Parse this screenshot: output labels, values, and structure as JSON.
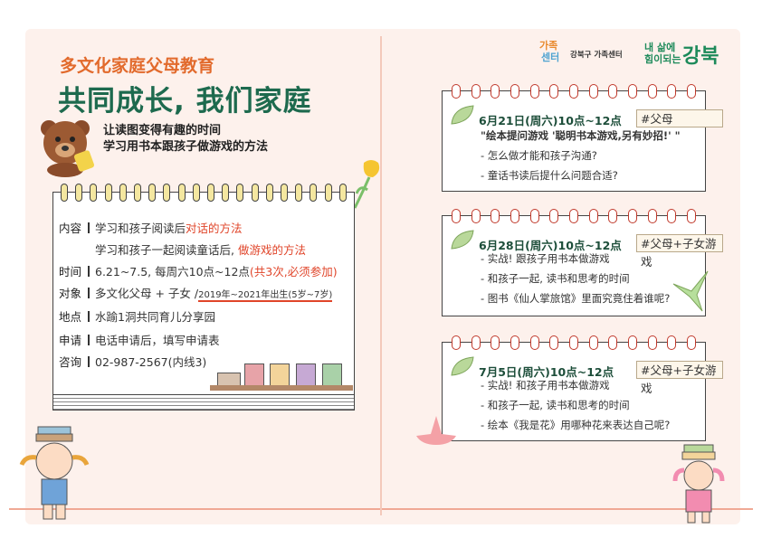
{
  "header": {
    "subtitle": "多文化家庭父母教育",
    "title": "共同成长, 我们家庭",
    "tagline_1": "让读图变得有趣的时间",
    "tagline_2": "学习用书本跟孩子做游戏的方法"
  },
  "logos": {
    "center_logo": "가족센터",
    "center_name": "강북구 가족센터",
    "slogan_1": "내 삶에",
    "slogan_2": "힘이되는",
    "brand": "강북"
  },
  "info": {
    "content_label": "内容",
    "content_1_a": "学习和孩子阅读后",
    "content_1_b": "对话的方法",
    "content_2_a": "学习和孩子一起阅读童话后, ",
    "content_2_b": "做游戏的方法",
    "time_label": "时间",
    "time_value": "6.21~7.5, 每周六10点~12点",
    "time_note": "(共3次,必须参加)",
    "target_label": "对象",
    "target_value": "多文化父母 + 子女 /",
    "target_note": "2019年~2021年出生(5岁~7岁)",
    "place_label": "地点",
    "place_value": "水踰1洞共同育儿分享园",
    "apply_label": "申请",
    "apply_value": "电话申请后，填写申请表",
    "contact_label": "咨询",
    "contact_value": "02-987-2567(内线3)"
  },
  "sessions": [
    {
      "date": "6月21日(周六)10点~12点",
      "tag": "#父母",
      "title": "\"绘本提问游戏 '聪明书本游戏,另有妙招!' \"",
      "items": [
        "- 怎么做才能和孩子沟通?",
        "- 童话书读后提什么问题合适?"
      ]
    },
    {
      "date": "6月28日(周六)10点~12点",
      "tag": "#父母+子女游戏",
      "items": [
        "- 实战! 跟孩子用书本做游戏",
        "- 和孩子一起, 读书和思考的时间",
        "- 图书《仙人掌旅馆》里面究竟住着谁呢?"
      ]
    },
    {
      "date": "7月5日(周六)10点~12点",
      "tag": "#父母+子女游戏",
      "items": [
        "- 实战! 和孩子用书本做游戏",
        "- 和孩子一起, 读书和思考的时间",
        "- 绘本《我是花》用哪种花来表达自己呢?"
      ]
    }
  ],
  "colors": {
    "accent_orange": "#e26a2c",
    "title_green": "#1d6a4e",
    "highlight_red": "#e0452a",
    "page_bg": "#fdf1ec"
  }
}
